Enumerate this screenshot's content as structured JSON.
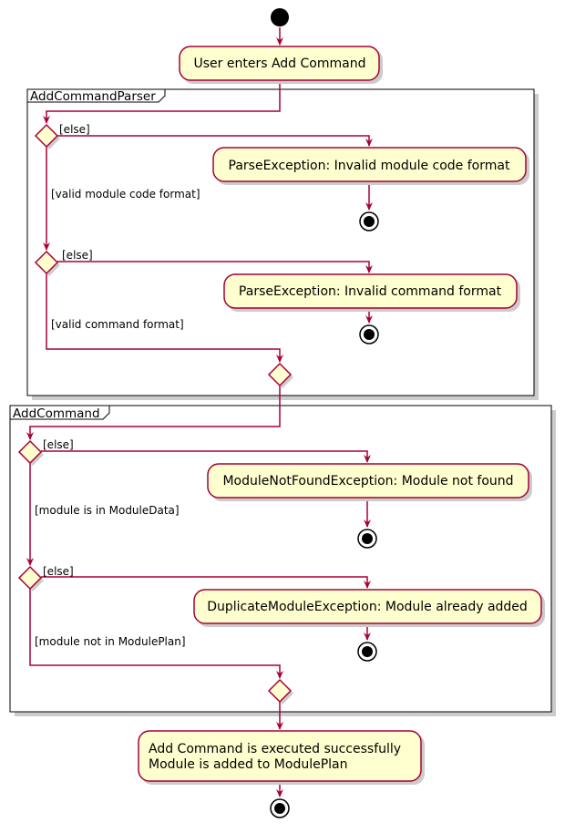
{
  "colors": {
    "line": "#A80036",
    "node_fill": "#FEFECE",
    "frame_stroke": "#000000",
    "shadow": "#cccccc"
  },
  "nodes": {
    "start": "start",
    "enter_add": "User enters Add Command",
    "parse_module_error": "ParseException: Invalid module code format",
    "parse_command_error": "ParseException: Invalid command format",
    "module_not_found": "ModuleNotFoundException: Module not found",
    "duplicate_module": "DuplicateModuleException: Module already added",
    "success_line1": "Add Command is executed successfully",
    "success_line2": "Module is added to ModulePlan"
  },
  "frames": {
    "parser": "AddCommandParser",
    "command": "AddCommand"
  },
  "guards": {
    "else_1": "[else]",
    "valid_module": "[valid module code format]",
    "else_2": "[else]",
    "valid_command": "[valid command format]",
    "else_3": "[else]",
    "in_module_data": "[module is in ModuleData]",
    "else_4": "[else]",
    "not_in_plan": "[module not in ModulePlan]"
  }
}
